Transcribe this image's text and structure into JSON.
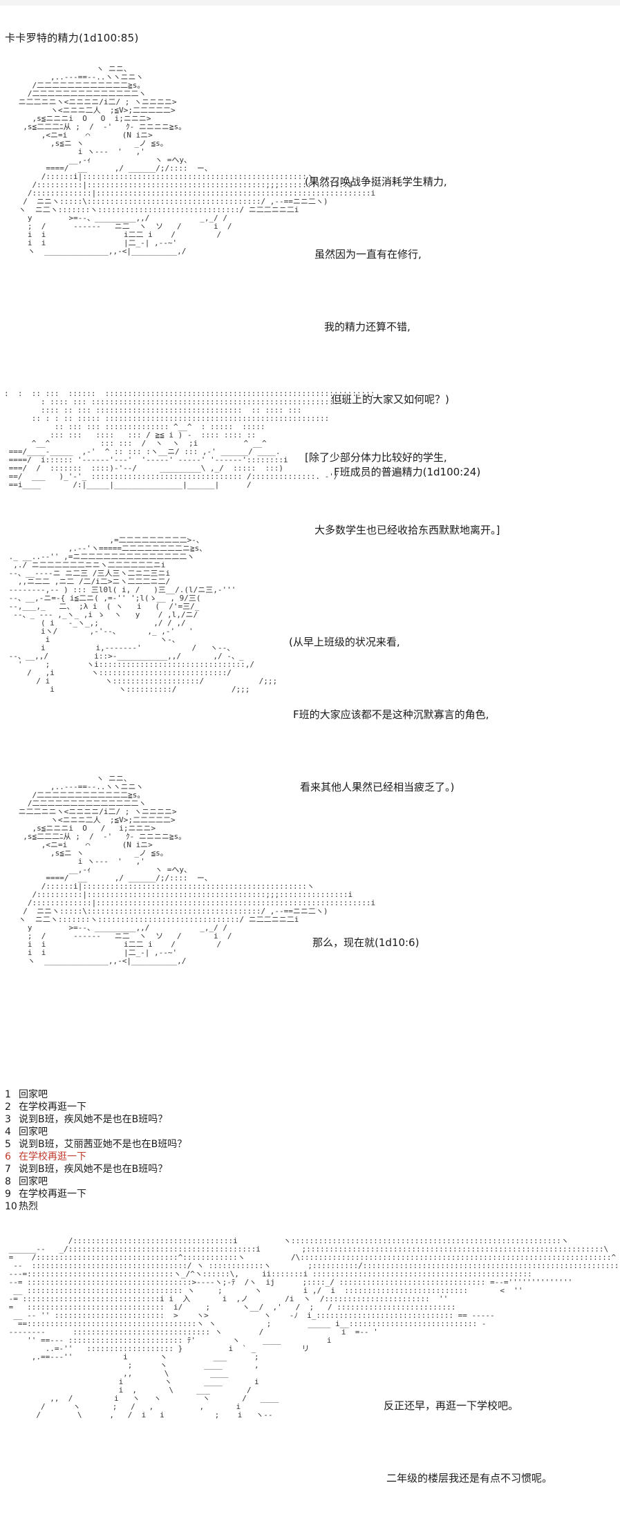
{
  "title": "卡卡罗特的精力(1d100:85)",
  "scenes": [
    {
      "id": "scene-1",
      "caption": [
        "(果然召唤战争挺消耗学生精力,",
        "虽然因为一直有在修行,",
        "我的精力还算不错,",
        "但班上的大家又如何呢？)",
        "F班成员的普遍精力(1d100:24)"
      ]
    },
    {
      "id": "scene-2",
      "caption": [
        "[除了少部分体力比较好的学生,",
        "大多数学生也已经收拾东西默默地离开。]"
      ]
    },
    {
      "id": "scene-3",
      "caption": [
        "(从早上班级的状况来看,",
        "F班的大家应该都不是这种沉默寡言的角色,",
        "看来其他人果然已经相当疲乏了。)"
      ]
    },
    {
      "id": "scene-4",
      "caption": [
        "那么，现在就(1d10:6)"
      ]
    },
    {
      "id": "scene-5",
      "caption": [
        "反正还早，再逛一下学校吧。",
        "二年级的楼层我还是有点不习惯呢。"
      ]
    }
  ],
  "choices": [
    {
      "num": "1",
      "text": "回家吧",
      "selected": false
    },
    {
      "num": "2",
      "text": "在学校再逛一下",
      "selected": false
    },
    {
      "num": "3",
      "text": "说到B班，疾风她不是也在B班吗？",
      "selected": false
    },
    {
      "num": "4",
      "text": "回家吧",
      "selected": false
    },
    {
      "num": "5",
      "text": "说到B班，艾丽茜亚她不是也在B班吗？",
      "selected": false
    },
    {
      "num": "6",
      "text": "在学校再逛一下",
      "selected": true
    },
    {
      "num": "7",
      "text": "说到B班，疾风她不是也在B班吗？",
      "selected": false
    },
    {
      "num": "8",
      "text": "回家吧",
      "selected": false
    },
    {
      "num": "9",
      "text": "在学校再逛一下",
      "selected": false
    },
    {
      "num": "10",
      "text": "热烈",
      "selected": false
    }
  ],
  "colors": {
    "text": "#1a1a1a",
    "highlight": "#c0392b",
    "art": "#333333"
  }
}
